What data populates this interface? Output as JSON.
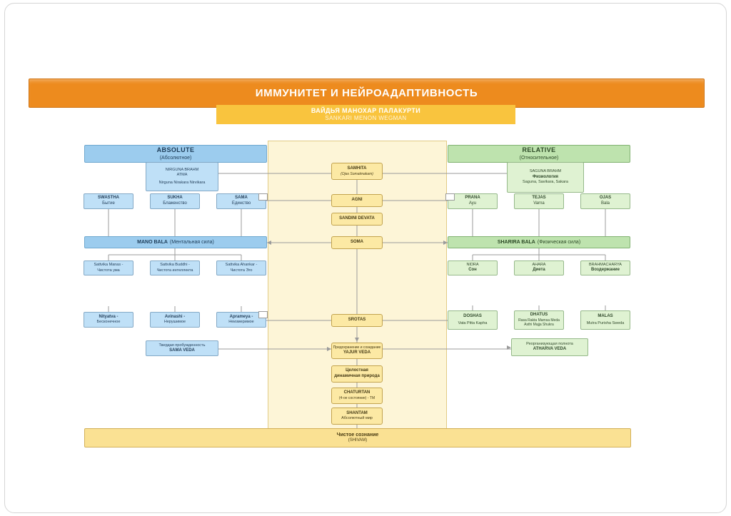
{
  "title": "ИММУНИТЕТ И НЕЙРОАДАПТИВНОСТЬ",
  "subtitle": {
    "line1": "ВАЙДЬЯ МАНОХАР ПАЛАКУРТИ",
    "line2": "SANKARI MENON WEGMAN"
  },
  "colors": {
    "banner_orange": "#ED8B1E",
    "banner_amber": "#F9C43E",
    "left_column_blue": "#9CCCEE",
    "left_box_blue": "#BFE0F7",
    "right_column_green": "#BEE3AE",
    "right_box_green": "#DFF2D2",
    "center_panel_cream": "#FDF5D7",
    "center_box_yellow": "#FCE9A4",
    "footer_gold": "#FAE193"
  },
  "left": {
    "header": {
      "title": "ABSOLUTE",
      "subtitle": "(Абсолютное)"
    },
    "brahm": {
      "line1": "NIRGUNA BRAHM",
      "line2": "ATMA",
      "line3": "Nirguna Nirakara Nirvikara"
    },
    "row1": [
      {
        "title": "SWASTHA",
        "subtitle": "Бытие"
      },
      {
        "title": "SUKHA",
        "subtitle": "Блаженство"
      },
      {
        "title": "SAMA",
        "subtitle": "Единство"
      }
    ],
    "bala": {
      "title": "MANO BALA",
      "subtitle": "(Ментальная сила)"
    },
    "row2": [
      {
        "line1": "Sattvika Manas -",
        "line2": "Чистота ума"
      },
      {
        "line1": "Sattvika Buddhi -",
        "line2": "Чистота интеллекта"
      },
      {
        "line1": "Sattvika Ahankar -",
        "line2": "Чистота Эго"
      }
    ],
    "row3": [
      {
        "line1": "Nityatva -",
        "line2": "Бесконечное"
      },
      {
        "line1": "Avinashi -",
        "line2": "Нерушимое"
      },
      {
        "line1": "Aprameya -",
        "line2": "Неизмеримое"
      }
    ],
    "veda": {
      "line1": "Твердая пробужденность",
      "line2": "SAMA VEDA"
    }
  },
  "center": {
    "samhita": {
      "line1": "SAMHITA",
      "line2": "(Ojas Somatmakam)"
    },
    "agni": "AGNI",
    "sandini": "SANDINI DEVATA",
    "soma": "SOMA",
    "srotas": "SROTAS",
    "yajur": {
      "line1": "Предохранение и созидание",
      "line2": "YAJUR VEDA"
    },
    "integral": {
      "line1": "Целостная",
      "line2": "динамичная природа"
    },
    "chaturtan": {
      "line1": "CHATURTAN",
      "line2": "(4-ое состояние) - ТМ"
    },
    "shantam": {
      "line1": "SHANTAM",
      "line2": "Абсолютный мир"
    }
  },
  "right": {
    "header": {
      "title": "RELATIVE",
      "subtitle": "(Относительное)"
    },
    "brahm": {
      "line1": "SAGUNA BRAHM",
      "line2": "Физиология",
      "line3": "Saguna, Savikara, Sakara"
    },
    "row1": [
      {
        "title": "PRANA",
        "subtitle": "Ayu"
      },
      {
        "title": "TEJAS",
        "subtitle": "Varna"
      },
      {
        "title": "OJAS",
        "subtitle": "Bala"
      }
    ],
    "bala": {
      "title": "SHARIRA BALA",
      "subtitle": "(Физическая сила)"
    },
    "row2": [
      {
        "line1": "NIDRA",
        "line2": "Сон"
      },
      {
        "line1": "AHARA",
        "line2": "Диета"
      },
      {
        "line1": "BRAHMACHARYA",
        "line2": "Воздержание"
      }
    ],
    "row3": [
      {
        "line1": "DOSHAS",
        "line2": "Vata Pitta Kapha"
      },
      {
        "line1": "DHATUS",
        "line2": "Rasa Rakta Mamsa Meda",
        "line3": "Asthi Majja Shukra"
      },
      {
        "line1": "MALAS",
        "line2": "Mutra Purisha Sweda"
      }
    ],
    "veda": {
      "line1": "Реорганизующая полнота",
      "line2": "ATHARVA VEDA"
    }
  },
  "footer": {
    "line1": "Чистое сознание",
    "line2": "(SHIVAM)"
  }
}
